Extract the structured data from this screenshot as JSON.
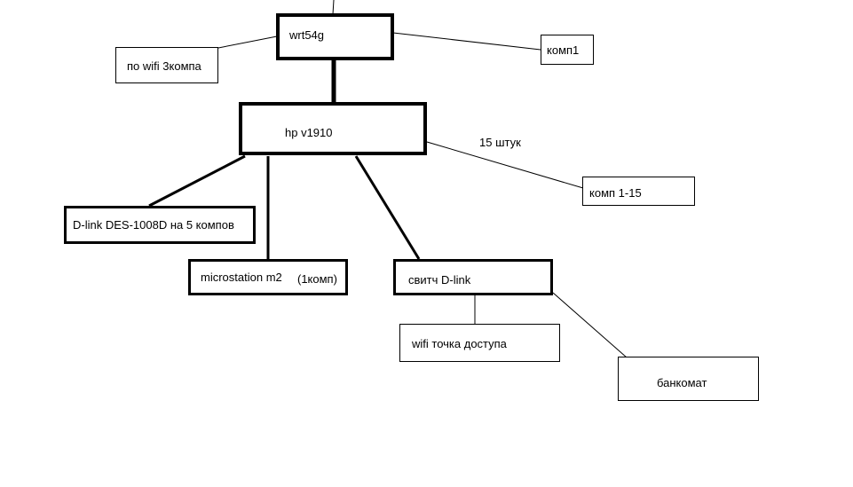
{
  "colors": {
    "line": "#000000",
    "background": "#ffffff",
    "box_border": "#000000"
  },
  "nodes": {
    "wrt54g": "wrt54g",
    "wifi3": "по wifi 3компа",
    "komp1": "комп1",
    "hp": "hp v1910",
    "komp1_15": "комп 1-15",
    "dlink_des": "D-link DES-1008D на 5 компов",
    "microstation": "microstation m2",
    "microstation_note": "(1комп)",
    "svitch": "свитч D-link",
    "wifi_ap": "wifi точка доступа",
    "bankomat": "банкомат"
  },
  "labels": {
    "count_15": "15 штук"
  }
}
